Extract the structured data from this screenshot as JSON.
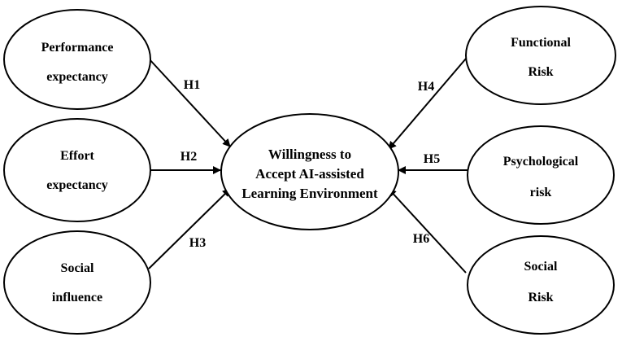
{
  "diagram": {
    "center": {
      "lines": [
        "Willingness to",
        "Accept AI-assisted",
        "Learning Environment"
      ]
    },
    "left_nodes": [
      {
        "lines": [
          "Performance",
          "expectancy"
        ]
      },
      {
        "lines": [
          "Effort",
          "expectancy"
        ]
      },
      {
        "lines": [
          "Social",
          "influence"
        ]
      }
    ],
    "right_nodes": [
      {
        "lines": [
          "Functional",
          "Risk"
        ]
      },
      {
        "lines": [
          "Psychological",
          "risk"
        ]
      },
      {
        "lines": [
          "Social",
          "Risk"
        ]
      }
    ],
    "hypotheses": [
      "H1",
      "H2",
      "H3",
      "H4",
      "H5",
      "H6"
    ],
    "colors": {
      "stroke": "#000000",
      "fill": "#ffffff",
      "text": "#000000"
    }
  }
}
